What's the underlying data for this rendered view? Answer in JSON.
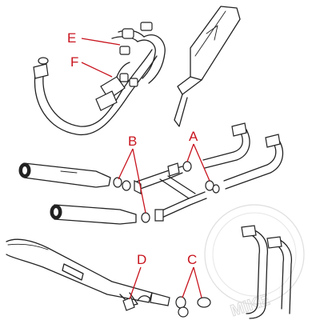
{
  "diagram": {
    "labels": {
      "A": "A",
      "B": "B",
      "C": "C",
      "D": "D",
      "E": "E",
      "F": "F"
    },
    "watermark": "MIKE",
    "colors": {
      "label": "#c8141e",
      "line": "#222222",
      "watermark": "#d9d9d9"
    }
  }
}
